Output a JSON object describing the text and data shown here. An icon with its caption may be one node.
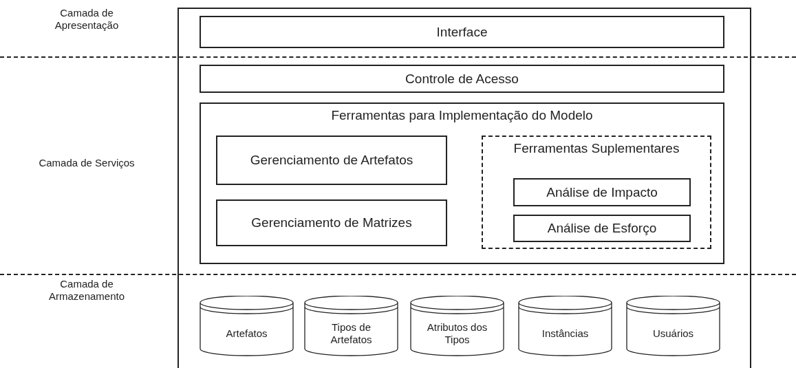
{
  "diagram": {
    "nodes": [
      {
        "text": [],
        "shape": "box"
      },
      {
        "text": [
          "Interface"
        ],
        "in": 0
      },
      {
        "text": [
          "Controle de Acesso"
        ],
        "in": 0
      },
      {
        "text": [
          "Ferramentas para Implementação do Modelo"
        ],
        "in": 0
      },
      {
        "text": [
          "Gerenciamento de Artefatos"
        ],
        "in": 3
      },
      {
        "text": [
          "Gerenciamento de Matrizes"
        ],
        "in": 3
      },
      {
        "text": [
          "Ferramentas Suplementares"
        ],
        "in": 3
      },
      {
        "text": [
          "Análise de Impacto"
        ],
        "in": 6
      },
      {
        "text": [
          "Análise de Esforço"
        ],
        "in": 6
      },
      {
        "text": [
          "Artefatos"
        ],
        "in": 0
      },
      {
        "text": [
          "Tipos de Artefatos"
        ],
        "in": 0
      },
      {
        "text": [
          "Atributos dos Tipos"
        ],
        "in": 0
      },
      {
        "text": [
          "Instâncias"
        ],
        "in": 0
      },
      {
        "text": [
          "Usuários"
        ],
        "in": 0
      }
    ],
    "edges": [],
    "labels": [
      "Camada de Apresentação",
      "Camada de Serviços",
      "Camada de Armazenamento"
    ]
  }
}
